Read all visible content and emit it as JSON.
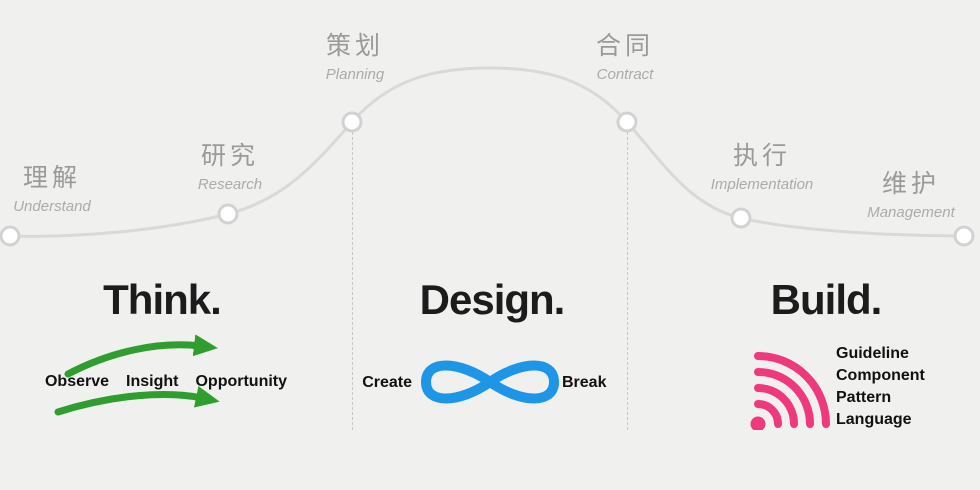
{
  "canvas": {
    "background": "#f0f0ef"
  },
  "process_curve": {
    "line_color": "#d9d9d9",
    "node_fill": "#ffffff",
    "node_stroke": "#d2d2d2",
    "stages": [
      {
        "zh": "理解",
        "en": "Understand"
      },
      {
        "zh": "研究",
        "en": "Research"
      },
      {
        "zh": "策划",
        "en": "Planning"
      },
      {
        "zh": "合同",
        "en": "Contract"
      },
      {
        "zh": "执行",
        "en": "Implementation"
      },
      {
        "zh": "维护",
        "en": "Management"
      }
    ]
  },
  "phases": [
    {
      "title": "Think.",
      "accent_color": "#2f9e2f",
      "icon": "double-curved-arrows",
      "labels": [
        "Observe",
        "Insight",
        "Opportunity"
      ]
    },
    {
      "title": "Design.",
      "accent_color": "#1e96e8",
      "icon": "infinity-loop",
      "labels": [
        "Create",
        "Break"
      ]
    },
    {
      "title": "Build.",
      "accent_color": "#ee3a7c",
      "icon": "radiating-arcs",
      "labels": [
        "Guideline",
        "Component",
        "Pattern",
        "Language"
      ]
    }
  ]
}
